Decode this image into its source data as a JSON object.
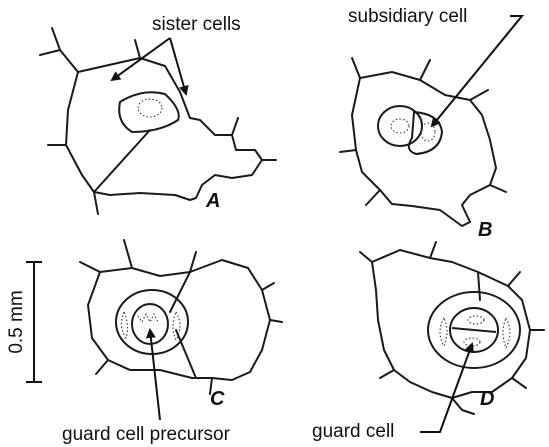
{
  "labels": {
    "sister_cells": "sister cells",
    "subsidiary_cell": "subsidiary cell",
    "guard_cell_precursor": "guard cell precursor",
    "guard_cell": "guard cell",
    "scale": "0.5 mm"
  },
  "panels": {
    "a": "A",
    "b": "B",
    "c": "C",
    "d": "D"
  }
}
